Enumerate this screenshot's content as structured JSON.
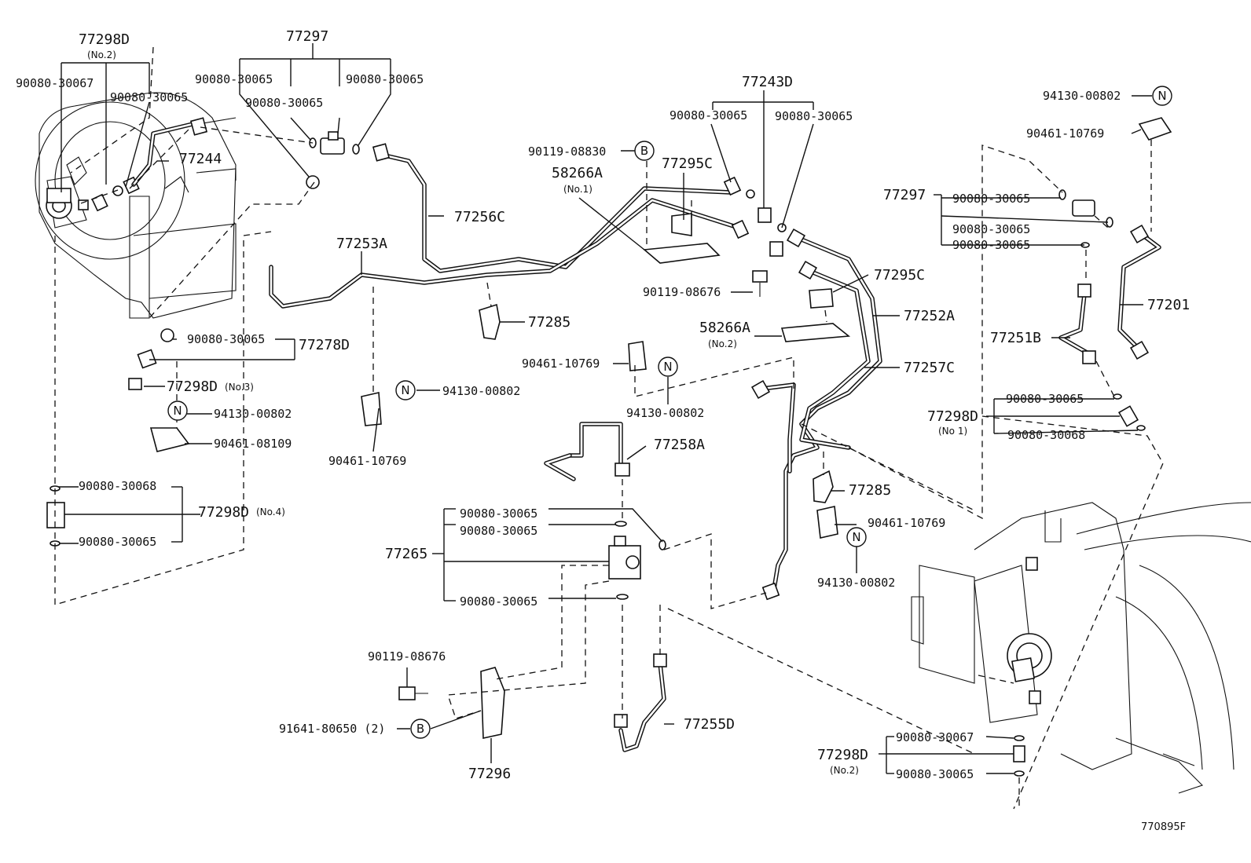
{
  "figure_code": "770895F",
  "symbols": {
    "bolt_mark": "B",
    "nut_mark": "N"
  },
  "parts": {
    "p77298D_no2_top": "77298D",
    "p77298D_no2_top_sub": "(No.2)",
    "p77297_top": "77297",
    "p90080_30067_a": "90080-30067",
    "p90080_30065_a": "90080-30065",
    "p90080_30065_b": "90080-30065",
    "p90080_30065_c": "90080-30065",
    "p90080_30065_d": "90080-30065",
    "p77244": "77244",
    "p77256C": "77256C",
    "p77253A": "77253A",
    "p77243D": "77243D",
    "p90080_30065_e": "90080-30065",
    "p90080_30065_f": "90080-30065",
    "p90119_08830": "90119-08830",
    "p58266A_no1": "58266A",
    "p58266A_no1_sub": "(No.1)",
    "p77295C_a": "77295C",
    "p77295C_b": "77295C",
    "p90119_08676_a": "90119-08676",
    "p58266A_no2": "58266A",
    "p58266A_no2_sub": "(No.2)",
    "p77252A": "77252A",
    "p77257C": "77257C",
    "p77285_a": "77285",
    "p77285_b": "77285",
    "p94130_00802_top": "94130-00802",
    "p90461_10769_top": "90461-10769",
    "p77297_right": "77297",
    "p90080_30065_g": "90080-30065",
    "p90080_30065_h": "90080-30065",
    "p90080_30065_i": "90080-30065",
    "p77201": "77201",
    "p77251B": "77251B",
    "p77298D_no1": "77298D",
    "p77298D_no1_sub": "(No 1)",
    "p90080_30065_j": "90080-30065",
    "p90080_30068_a": "90080-30068",
    "p90080_30065_k": "90080-30065",
    "p77278D": "77278D",
    "p77298D_no3": "77298D",
    "p77298D_no3_sub": "(No.3)",
    "p94130_00802_a": "94130-00802",
    "p90461_08109": "90461-08109",
    "p94130_00802_b": "94130-00802",
    "p90461_10769_a": "90461-10769",
    "p90461_10769_b": "90461-10769",
    "p94130_00802_c": "94130-00802",
    "p90461_10769_c": "90461-10769",
    "p94130_00802_d": "94130-00802",
    "p90080_30068_b": "90080-30068",
    "p77298D_no4": "77298D",
    "p77298D_no4_sub": "(No.4)",
    "p90080_30065_l": "90080-30065",
    "p77258A": "77258A",
    "p90080_30065_m": "90080-30065",
    "p90080_30065_n": "90080-30065",
    "p77265": "77265",
    "p90080_30065_o": "90080-30065",
    "p90119_08676_b": "90119-08676",
    "p91641_80650": "91641-80650 (2)",
    "p77296": "77296",
    "p77255D": "77255D",
    "p77298D_no2_bot": "77298D",
    "p77298D_no2_bot_sub": "(No.2)",
    "p90080_30067_b": "90080-30067",
    "p90080_30065_p": "90080-30065"
  }
}
